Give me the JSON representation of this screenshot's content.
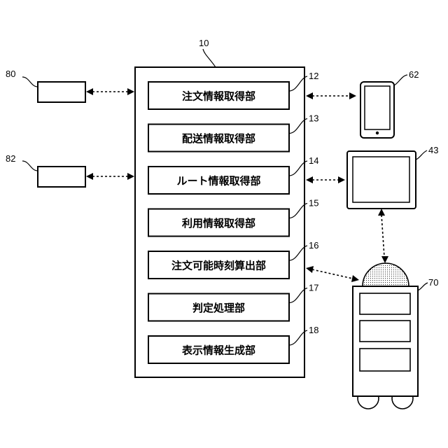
{
  "refs": {
    "main": "10",
    "ext_top": "80",
    "ext_bottom": "82",
    "phone": "62",
    "monitor": "43",
    "robot": "70"
  },
  "modules": [
    {
      "ref": "12",
      "label": "注文情報取得部"
    },
    {
      "ref": "13",
      "label": "配送情報取得部"
    },
    {
      "ref": "14",
      "label": "ルート情報取得部"
    },
    {
      "ref": "15",
      "label": "利用情報取得部"
    },
    {
      "ref": "16",
      "label": "注文可能時刻算出部"
    },
    {
      "ref": "17",
      "label": "判定処理部"
    },
    {
      "ref": "18",
      "label": "表示情報生成部"
    }
  ]
}
